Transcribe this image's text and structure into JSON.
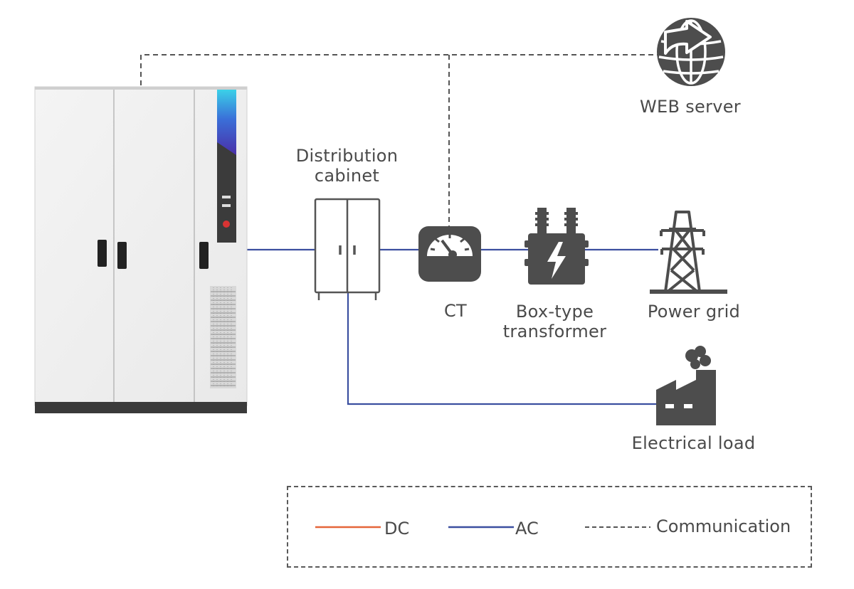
{
  "nodes": {
    "web_server": "WEB server",
    "distribution_cabinet": "Distribution cabinet",
    "ct": "CT",
    "transformer": "Box-type transformer",
    "power_grid": "Power grid",
    "electrical_load": "Electrical load"
  },
  "legend": {
    "dc": "DC",
    "ac": "AC",
    "communication": "Communication"
  },
  "colors": {
    "dc_line": "#e5663a",
    "ac_line": "#3b4fa0",
    "communication_line": "#555555",
    "icon": "#4d4d4d"
  },
  "icons": [
    "energy-storage-cabinet-icon",
    "globe-icon",
    "distribution-cabinet-icon",
    "meter-icon",
    "transformer-icon",
    "power-tower-icon",
    "factory-icon"
  ]
}
